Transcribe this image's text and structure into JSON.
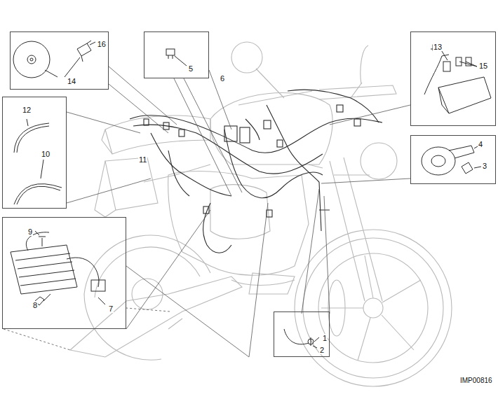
{
  "diagram": {
    "nodes": [
      {
        "text": [
          "14",
          "16"
        ]
      },
      {
        "text": [
          "5"
        ]
      },
      {
        "text": [
          "12",
          "10"
        ]
      },
      {
        "text": [
          "13",
          "15"
        ]
      },
      {
        "text": [
          "4",
          "3"
        ]
      },
      {
        "text": [
          "9",
          "7",
          "8"
        ]
      },
      {
        "text": [
          "1",
          "2"
        ]
      }
    ],
    "labels": [
      "6",
      "11",
      "IMP00816"
    ]
  }
}
